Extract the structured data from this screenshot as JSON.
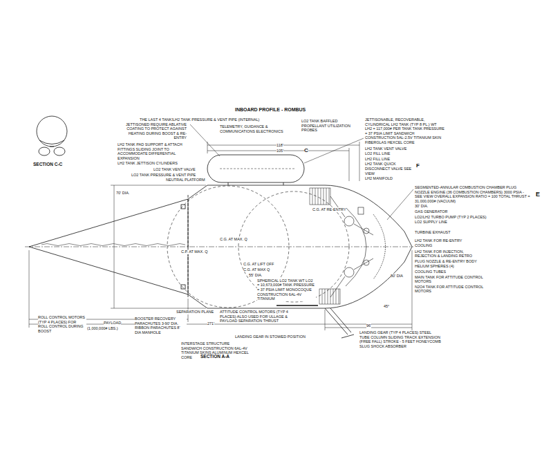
{
  "diagram": {
    "title": "INBOARD PROFILE - ROMBUS",
    "labels": [
      "THE LAST 4 TANKS TO BE JETTISONED REQUIRE ABLATIVE COATING TO PROTECT AGAINST HEATING DURING BOOST & RE-ENTRY",
      "LH2 TANK PRESSURE & VENT PIPE (INTERNAL)",
      "TELEMETRY, GUIDANCE & COMMUNICATIONS ELECTRONICS",
      "LO2 TANK BAFFLED PROPELLANT UTILIZATION PROBES",
      "JETTISONABLE, RECOVERABLE, CYLINDRICAL LH2 TANK (TYP 8 PL.) WT LH2 = 117,000# PER TANK TANK PRESSURE = 37 PSIA LIMIT SANDWICH CONSTRUCTION 5AL-2.5V TITANIUM SKIN FIBERGLAS HEXCEL CORE",
      "LH2 TANK VENT VALVE",
      "LO2 FILL LINE",
      "LH2 FILL LINE",
      "LH2 TANK QUICK DISCONNECT VALVE SEE VIEW",
      "F",
      "LH2 MANIFOLD",
      "LH2 TANK PAD SUPPORT & ATTACH FITTINGS SLIDING JOINT TO ACCOMMODATE DIFFERENTIAL EXPANSION",
      "LH2 TANK JETTISON CYLINDERS",
      "LO2 TANK VENT VALVE",
      "LO2 TANK PRESSURE & VENT PIPE",
      "NEUTRAL PLATFORM",
      "SECTION C-C",
      "118'",
      "105'",
      "C",
      "70' DIA.",
      "C.P. AT MAX. Q",
      "C.G. AT MAX. Q",
      "C.G. AT RE-ENTRY",
      "C.G. AT LIFT OFF",
      "C.G. AT MAX Q",
      "55' DIA.",
      "SPHERICAL LO2 TANK WT LO2 = 10,673,000# TANK PRESSURE = 37 PSIA LIMIT MONOCOQUE CONSTRUCTION 6AL-4V TITANIUM",
      "SEGMENTED-ANNULAR COMBUSTION CHAMBER PLUG NOZZLE ENGINE (36 COMBUSTION CHAMBERS) 3000 PSIA - SEE VIEW OVERALL EXPANSION RATIO = 100 TOTAL THRUST = 31,000,000# (VACUUM)",
      "E",
      "30' DIA.",
      "GAS GENERATOR",
      "LO2/LH2 TURBO PUMP (TYP 2 PLACES)",
      "LO2 SUPPLY LINE",
      "TURBINE EXHAUST",
      "LH2 TANK FOR RE-ENTRY COOLING",
      "LH2 TANK FOR INJECTION, REJECTION & LANDING RETRO",
      "80' DIA",
      "PLUG NOZZLE & RE-ENTRY BODY",
      "HELIUM SPHERES (4)",
      "COOLING TUBES",
      "MAIN TANK FOR ATTITUDE CONTROL MOTORS",
      "N2O4 TANK FOR ATTITUDE CONTROL MOTORS",
      "45°",
      "LANDING GEAR (TYP 4 PLACES) STEEL TUBE COLUMN SLIDING TRACK EXTENSION (FREE FALL) STROKE - 5 FEET HONEYCOMB SLUG SHOCK ABSORBER",
      "LANDING GEAR IN STOWED POSITION",
      "INTERSTAGE STRUCTURE SANDWICH CONSTRUCTION 6AL-4V TITANIUM SKINS ALUMINUM HEXCEL CORE",
      "ATTITUDE CONTROL MOTORS (TYP 4 PLACES) ALSO USED FOR ULLAGE & PAYLOAD SEPARATION THRUST",
      "SEPARATION PLANE",
      "BOOSTER RECOVERY PARACHUTES 3-90' DIA. RIBBON PARACHUTES 8' DIA MANHOLE",
      "ROLL CONTROL MOTORS (TYP 4 PLACES) FOR ROLL CONTROL DURING BOOST",
      "PAYLOAD",
      "(1,000,000# LBS.)",
      "271'",
      "96'",
      "SECTION A-A"
    ]
  }
}
